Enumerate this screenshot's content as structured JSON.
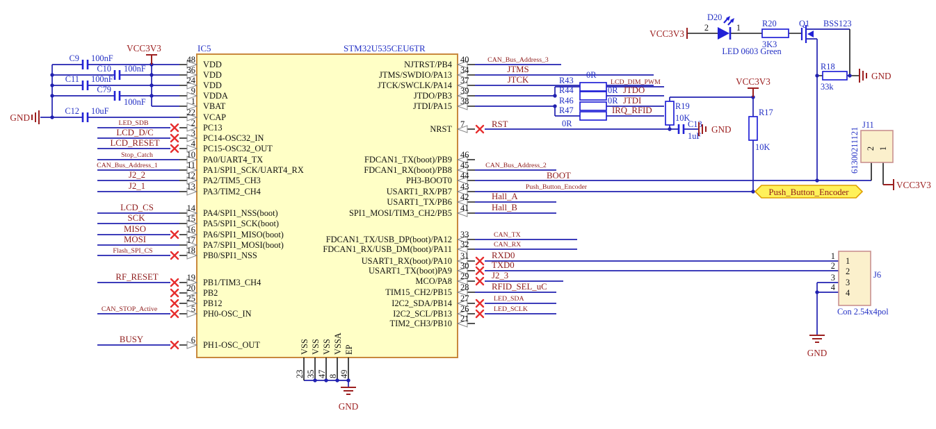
{
  "ic5": {
    "ref": "IC5",
    "part": "STM32U535CEU6TR",
    "left_pins": [
      {
        "num": "48",
        "name": "VDD"
      },
      {
        "num": "36",
        "name": "VDD"
      },
      {
        "num": "24",
        "name": "VDD"
      },
      {
        "num": "9",
        "name": "VDDA"
      },
      {
        "num": "1",
        "name": "VBAT"
      },
      {
        "num": "22",
        "name": "VCAP"
      },
      {
        "num": "2",
        "name": "PC13",
        "net": "LED_SDB"
      },
      {
        "num": "3",
        "name": "PC14-OSC32_IN",
        "net": "LCD_D/C"
      },
      {
        "num": "4",
        "name": "PC15-OSC32_OUT",
        "net": "LCD_RESET"
      },
      {
        "num": "10",
        "name": "PA0/UART4_TX",
        "net": "Stop_Catch"
      },
      {
        "num": "11",
        "name": "PA1/SPI1_SCK/UART4_RX",
        "net": "CAN_Bus_Address_1"
      },
      {
        "num": "12",
        "name": "PA2/TIM5_CH3",
        "net": "J2_2"
      },
      {
        "num": "13",
        "name": "PA3/TIM2_CH4",
        "net": "J2_1"
      },
      {
        "num": "14",
        "name": "PA4/SPI1_NSS(boot)",
        "net": "LCD_CS"
      },
      {
        "num": "15",
        "name": "PA5/SPI1_SCK(boot)",
        "net": "SCK"
      },
      {
        "num": "16",
        "name": "PA6/SPI1_MISO(boot)",
        "net": "MISO"
      },
      {
        "num": "17",
        "name": "PA7/SPI1_MOSI(boot)",
        "net": "MOSI"
      },
      {
        "num": "18",
        "name": "PB0/SPI1_NSS",
        "net": "Flash_SPI_CS"
      },
      {
        "num": "19",
        "name": "PB1/TIM3_CH4",
        "net": "RF_RESET"
      },
      {
        "num": "20",
        "name": "PB2"
      },
      {
        "num": "25",
        "name": "PB12"
      },
      {
        "num": "5",
        "name": "PH0-OSC_IN",
        "net": "CAN_STOP_Active"
      },
      {
        "num": "6",
        "name": "PH1-OSC_OUT",
        "net": "BUSY"
      }
    ],
    "right_pins": [
      {
        "num": "40",
        "name": "NJTRST/PB4",
        "net": "CAN_Bus_Address_3"
      },
      {
        "num": "34",
        "name": "JTMS/SWDIO/PA13",
        "net": "JTMS"
      },
      {
        "num": "37",
        "name": "JTCK/SWCLK/PA14",
        "net": "JTCK"
      },
      {
        "num": "39",
        "name": "JTDO/PB3"
      },
      {
        "num": "38",
        "name": "JTDI/PA15"
      },
      {
        "num": "7",
        "name": "NRST",
        "net": "RST"
      },
      {
        "num": "46",
        "name": "FDCAN1_TX(boot)/PB9"
      },
      {
        "num": "45",
        "name": "FDCAN1_RX(boot)/PB8",
        "net": "CAN_Bus_Address_2"
      },
      {
        "num": "44",
        "name": "PH3-BOOT0",
        "net": "BOOT"
      },
      {
        "num": "43",
        "name": "USART1_RX/PB7",
        "net": "Push_Button_Encoder"
      },
      {
        "num": "42",
        "name": "USART1_TX/PB6",
        "net": "Hall_A"
      },
      {
        "num": "41",
        "name": "SPI1_MOSI/TIM3_CH2/PB5",
        "net": "Hall_B"
      },
      {
        "num": "33",
        "name": "FDCAN1_TX/USB_DP(boot)/PA12",
        "net": "CAN_TX"
      },
      {
        "num": "32",
        "name": "FDCAN1_RX/USB_DM(boot)/PA11",
        "net": "CAN_RX"
      },
      {
        "num": "31",
        "name": "USART1_RX(boot)/PA10",
        "net": "RXD0"
      },
      {
        "num": "30",
        "name": "USART1_TX(boot)PA9",
        "net": "TXD0"
      },
      {
        "num": "29",
        "name": "MCO/PA8",
        "net": "J2_3"
      },
      {
        "num": "28",
        "name": "TIM15_CH2/PB15",
        "net": "RFID_SEL_uC"
      },
      {
        "num": "27",
        "name": "I2C2_SDA/PB14",
        "net": "LED_SDA"
      },
      {
        "num": "26",
        "name": "I2C2_SCL/PB13",
        "net": "LED_SCLK"
      },
      {
        "num": "21",
        "name": "TIM2_CH3/PB10"
      }
    ],
    "bottom_pins": [
      {
        "num": "23",
        "name": "VSS"
      },
      {
        "num": "35",
        "name": "VSS"
      },
      {
        "num": "47",
        "name": "VSS"
      },
      {
        "num": "8",
        "name": "VSSA"
      },
      {
        "num": "49",
        "name": "EP"
      }
    ]
  },
  "capacitors": [
    {
      "ref": "C9",
      "value": "100nF"
    },
    {
      "ref": "C10",
      "value": "100nF"
    },
    {
      "ref": "C11",
      "value": "100nF"
    },
    {
      "ref": "C79",
      "value": "100nF"
    },
    {
      "ref": "C12",
      "value": "10uF"
    },
    {
      "ref": "C13",
      "value": "1uF"
    }
  ],
  "resistors": [
    {
      "ref": "R43",
      "value": "0R",
      "net": "LCD_DIM_PWM"
    },
    {
      "ref": "R44",
      "value": "0R",
      "net": "JTDO"
    },
    {
      "ref": "R46",
      "value": "0R",
      "net": "JTDI"
    },
    {
      "ref": "R47",
      "value": "0R",
      "net": "IRQ_RFID"
    },
    {
      "ref": "R19",
      "value": "10K"
    },
    {
      "ref": "R17",
      "value": "10K"
    },
    {
      "ref": "R18",
      "value": "33k"
    },
    {
      "ref": "R20",
      "value": "3K3"
    }
  ],
  "led": {
    "ref": "D20",
    "model": "LED 0603 Green",
    "pin_anode": "2",
    "pin_cathode": "1"
  },
  "transistor": {
    "ref": "Q1",
    "model": "BSS123"
  },
  "j11": {
    "ref": "J11",
    "model": "61300211121",
    "pin_2": "2",
    "pin_1": "1"
  },
  "j6": {
    "ref": "J6",
    "model": "Con 2.54x4pol",
    "pins": [
      "1",
      "2",
      "3",
      "4"
    ]
  },
  "power": {
    "vcc": "VCC3V3",
    "gnd": "GND"
  },
  "flag": "Push_Button_Encoder"
}
